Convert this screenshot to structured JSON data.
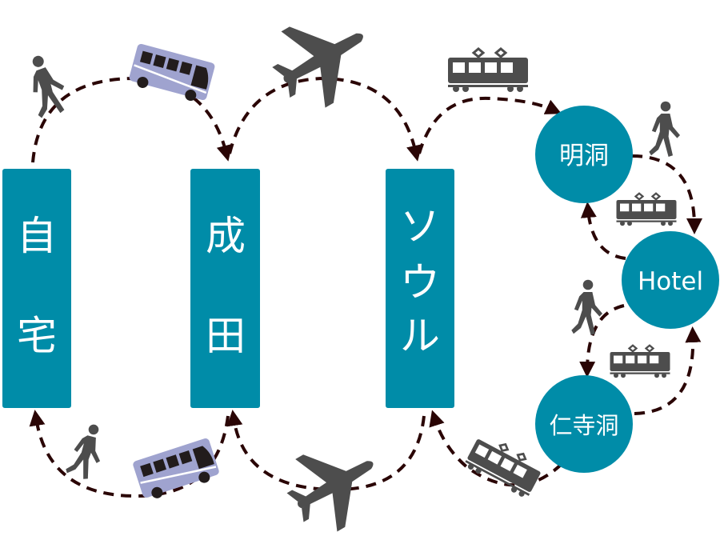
{
  "places": {
    "home": {
      "chars": [
        "自",
        "宅"
      ]
    },
    "narita": {
      "chars": [
        "成",
        "田"
      ]
    },
    "seoul": {
      "chars": [
        "ソ",
        "ウ",
        "ル"
      ]
    },
    "myeongdong": {
      "label": "明洞"
    },
    "hotel": {
      "label": "Hotel"
    },
    "insadong": {
      "label": "仁寺洞"
    }
  },
  "colors": {
    "node": "#008ca8",
    "route": "#2a0505",
    "icon": "#4d4d4d",
    "bus": "#9fa3cf"
  },
  "icons": [
    "walk-icon",
    "bus-icon",
    "airplane-icon",
    "train-icon"
  ]
}
